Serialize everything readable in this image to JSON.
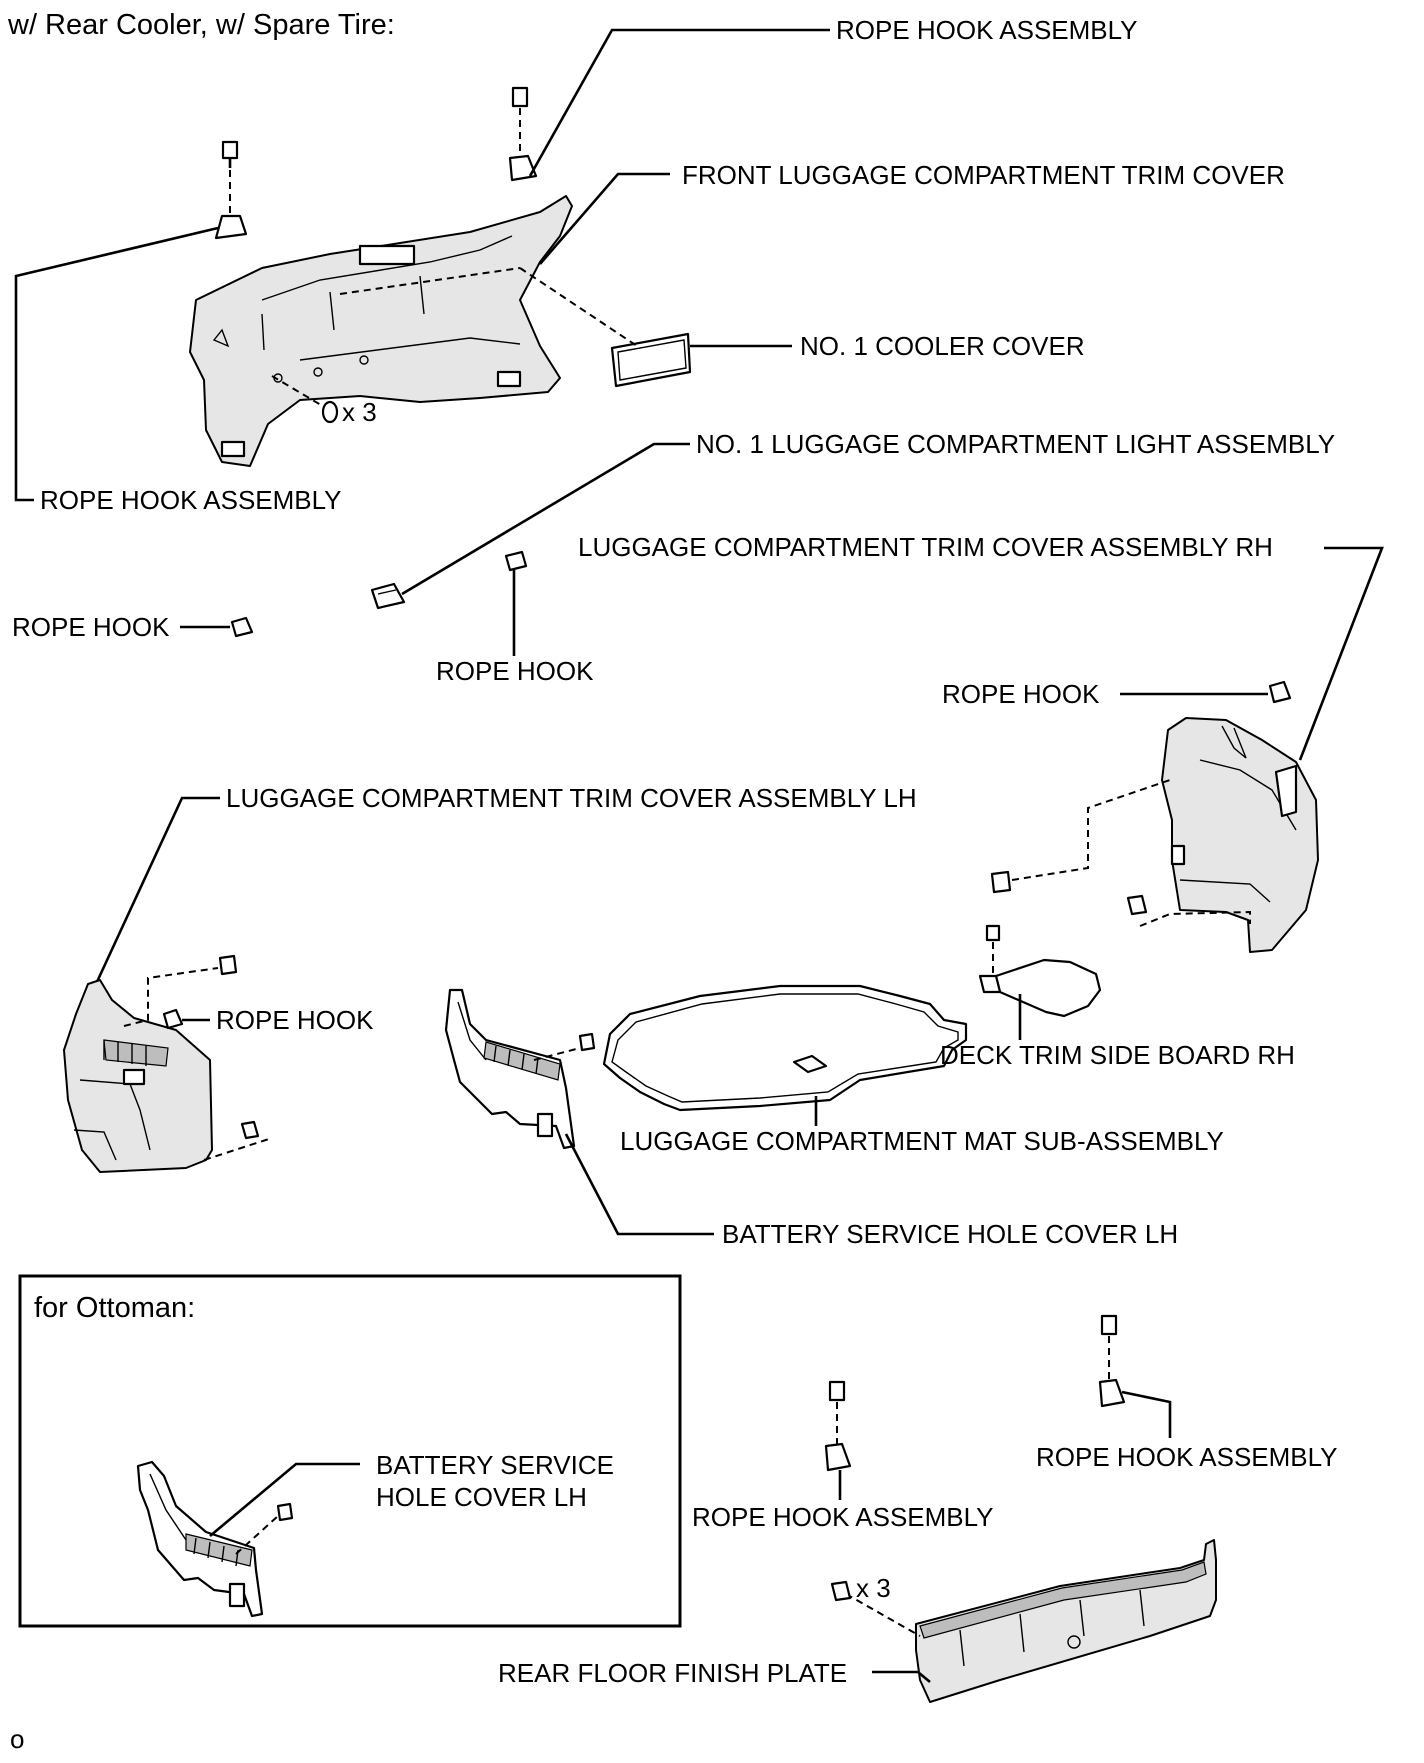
{
  "header": "w/ Rear Cooler, w/ Spare Tire:",
  "labels": {
    "rope_hook_assembly_top": "ROPE HOOK ASSEMBLY",
    "front_trim_cover": "FRONT LUGGAGE COMPARTMENT TRIM COVER",
    "cooler_cover": "NO. 1 COOLER COVER",
    "qty_clips_top": "x 3",
    "light_assembly": "NO. 1 LUGGAGE COMPARTMENT LIGHT ASSEMBLY",
    "rope_hook_assembly_left": "ROPE HOOK ASSEMBLY",
    "trim_cover_rh": "LUGGAGE COMPARTMENT TRIM COVER ASSEMBLY RH",
    "rope_hook_left": "ROPE HOOK",
    "rope_hook_center": "ROPE HOOK",
    "rope_hook_right": "ROPE HOOK",
    "trim_cover_lh": "LUGGAGE COMPARTMENT TRIM COVER ASSEMBLY LH",
    "rope_hook_lh": "ROPE HOOK",
    "deck_trim_board": "DECK TRIM SIDE BOARD RH",
    "mat_sub_assembly": "LUGGAGE COMPARTMENT MAT SUB-ASSEMBLY",
    "battery_cover_lh": "BATTERY SERVICE HOLE COVER LH",
    "ottoman_title": "for Ottoman:",
    "ottoman_battery_line1": "BATTERY SERVICE",
    "ottoman_battery_line2": "HOLE COVER LH",
    "rope_hook_assembly_bottom_right": "ROPE HOOK ASSEMBLY",
    "rope_hook_assembly_bottom_center": "ROPE HOOK ASSEMBLY",
    "qty_clips_bottom": "x 3",
    "rear_floor_plate": "REAR FLOOR FINISH PLATE",
    "figure_code": "o"
  }
}
